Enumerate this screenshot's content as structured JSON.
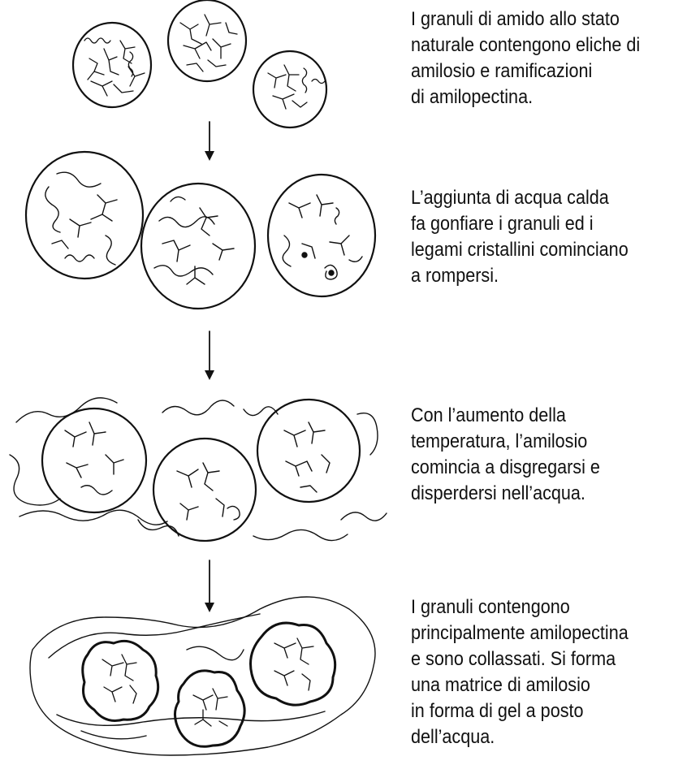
{
  "steps": [
    {
      "caption": [
        "I granuli di amido allo stato",
        "naturale contengono eliche di",
        "amilosio e ramificazioni",
        "di amilopectina."
      ]
    },
    {
      "caption": [
        "L’aggiunta di acqua calda",
        "fa gonfiare i granuli ed i",
        "legami cristallini cominciano",
        "a rompersi."
      ]
    },
    {
      "caption": [
        "Con l’aumento della",
        "temperatura, l’amilosio",
        "comincia a disgregarsi e",
        "disperdersi nell’acqua."
      ]
    },
    {
      "caption": [
        "I granuli contengono",
        "principalmente amilopectina",
        "e sono collassati. Si forma",
        "una matrice di amilosio",
        "in forma di gel a posto",
        "dell’acqua."
      ]
    }
  ],
  "icons": [
    "granule-illustration",
    "down-arrow-icon",
    "amylopectin-branch",
    "amylose-coil"
  ],
  "colors": {
    "ink": "#111111",
    "background": "#ffffff"
  }
}
